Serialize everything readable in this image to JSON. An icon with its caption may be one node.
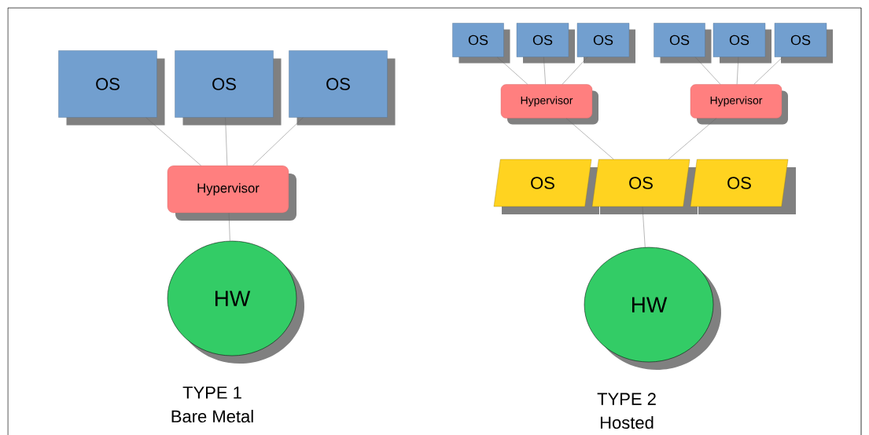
{
  "diagram": {
    "nodes": [
      {
        "text": [
          "OS"
        ]
      },
      {
        "text": [
          "OS"
        ]
      },
      {
        "text": [
          "OS"
        ]
      },
      {
        "text": [
          "Hypervisor"
        ]
      },
      {
        "text": [
          "HW"
        ]
      },
      {
        "text": [
          "OS"
        ]
      },
      {
        "text": [
          "OS"
        ]
      },
      {
        "text": [
          "OS"
        ]
      },
      {
        "text": [
          "Hypervisor"
        ]
      },
      {
        "text": [
          "OS"
        ]
      },
      {
        "text": [
          "OS"
        ]
      },
      {
        "text": [
          "OS"
        ]
      },
      {
        "text": [
          "Hypervisor"
        ]
      },
      {
        "text": [
          "OS"
        ]
      },
      {
        "text": [
          "OS"
        ]
      },
      {
        "text": [
          "OS"
        ]
      },
      {
        "text": [
          "HW"
        ]
      }
    ],
    "edges": [
      {
        "from": 0,
        "to": 3,
        "arrow": "none"
      },
      {
        "from": 1,
        "to": 3,
        "arrow": "none"
      },
      {
        "from": 2,
        "to": 3,
        "arrow": "none"
      },
      {
        "from": 3,
        "to": 4,
        "arrow": "none"
      },
      {
        "from": 5,
        "to": 8,
        "arrow": "none"
      },
      {
        "from": 6,
        "to": 8,
        "arrow": "none"
      },
      {
        "from": 7,
        "to": 8,
        "arrow": "none"
      },
      {
        "from": 9,
        "to": 12,
        "arrow": "none"
      },
      {
        "from": 10,
        "to": 12,
        "arrow": "none"
      },
      {
        "from": 11,
        "to": 12,
        "arrow": "none"
      },
      {
        "from": 8,
        "to": 14,
        "arrow": "none"
      },
      {
        "from": 12,
        "to": 14,
        "arrow": "none"
      },
      {
        "from": 14,
        "to": 16,
        "arrow": "none"
      }
    ],
    "labels": [
      "TYPE 1",
      "Bare Metal",
      "TYPE 2",
      "Hosted"
    ]
  }
}
